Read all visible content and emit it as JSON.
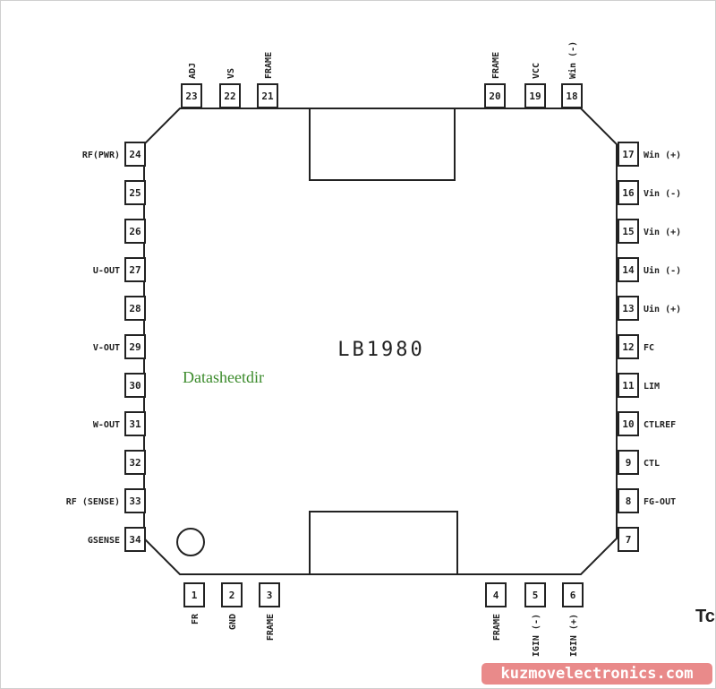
{
  "chip": {
    "name": "LB1980"
  },
  "credit": "Datasheetdir",
  "watermark": "kuzmovelectronics.com",
  "cut_text": "Tc",
  "pins": {
    "left": [
      {
        "n": "24",
        "label": "RF(PWR)"
      },
      {
        "n": "25",
        "label": ""
      },
      {
        "n": "26",
        "label": ""
      },
      {
        "n": "27",
        "label": "U-OUT"
      },
      {
        "n": "28",
        "label": ""
      },
      {
        "n": "29",
        "label": "V-OUT"
      },
      {
        "n": "30",
        "label": ""
      },
      {
        "n": "31",
        "label": "W-OUT"
      },
      {
        "n": "32",
        "label": ""
      },
      {
        "n": "33",
        "label": "RF (SENSE)"
      },
      {
        "n": "34",
        "label": "GSENSE"
      }
    ],
    "right": [
      {
        "n": "17",
        "label": "Win (+)"
      },
      {
        "n": "16",
        "label": "Vin (-)"
      },
      {
        "n": "15",
        "label": "Vin (+)"
      },
      {
        "n": "14",
        "label": "Uin (-)"
      },
      {
        "n": "13",
        "label": "Uin (+)"
      },
      {
        "n": "12",
        "label": "FC"
      },
      {
        "n": "11",
        "label": "LIM"
      },
      {
        "n": "10",
        "label": "CTLREF"
      },
      {
        "n": "9",
        "label": "CTL"
      },
      {
        "n": "8",
        "label": "FG-OUT"
      },
      {
        "n": "7",
        "label": ""
      }
    ],
    "top": [
      {
        "n": "23",
        "label": "ADJ"
      },
      {
        "n": "22",
        "label": "VS"
      },
      {
        "n": "21",
        "label": "FRAME"
      },
      {
        "n": "20",
        "label": "FRAME"
      },
      {
        "n": "19",
        "label": "VCC"
      },
      {
        "n": "18",
        "label": "Win (-)"
      }
    ],
    "bottom": [
      {
        "n": "1",
        "label": "FR"
      },
      {
        "n": "2",
        "label": "GND"
      },
      {
        "n": "3",
        "label": "FRAME"
      },
      {
        "n": "4",
        "label": "FRAME"
      },
      {
        "n": "5",
        "label": "IGIN (-)"
      },
      {
        "n": "6",
        "label": "IGIN (+)"
      }
    ]
  }
}
